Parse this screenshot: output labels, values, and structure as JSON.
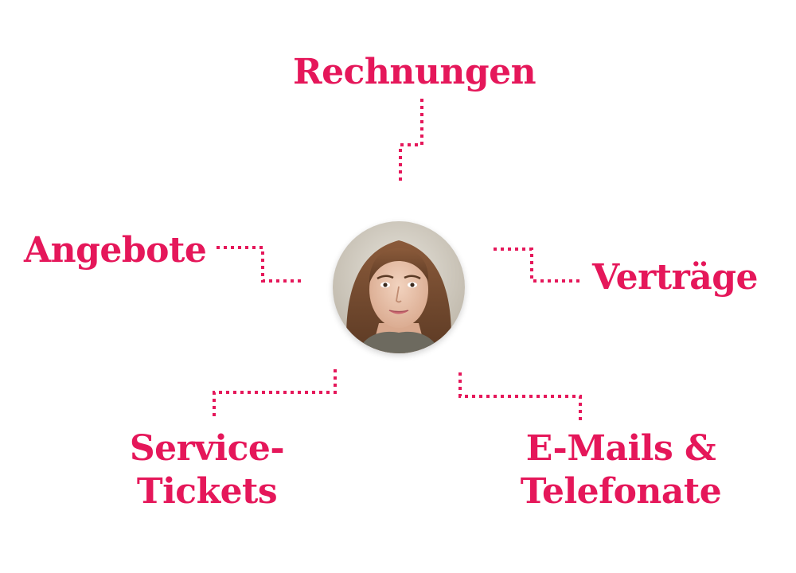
{
  "nodes": {
    "top": "Rechnungen",
    "left": "Angebote",
    "right": "Verträge",
    "bottom_left": [
      "Service-",
      "Tickets"
    ],
    "bottom_right": [
      "E-Mails &",
      "Telefonate"
    ]
  },
  "colors": {
    "accent": "#e5175a",
    "background": "#ffffff"
  },
  "center": {
    "icon": "person-avatar"
  }
}
